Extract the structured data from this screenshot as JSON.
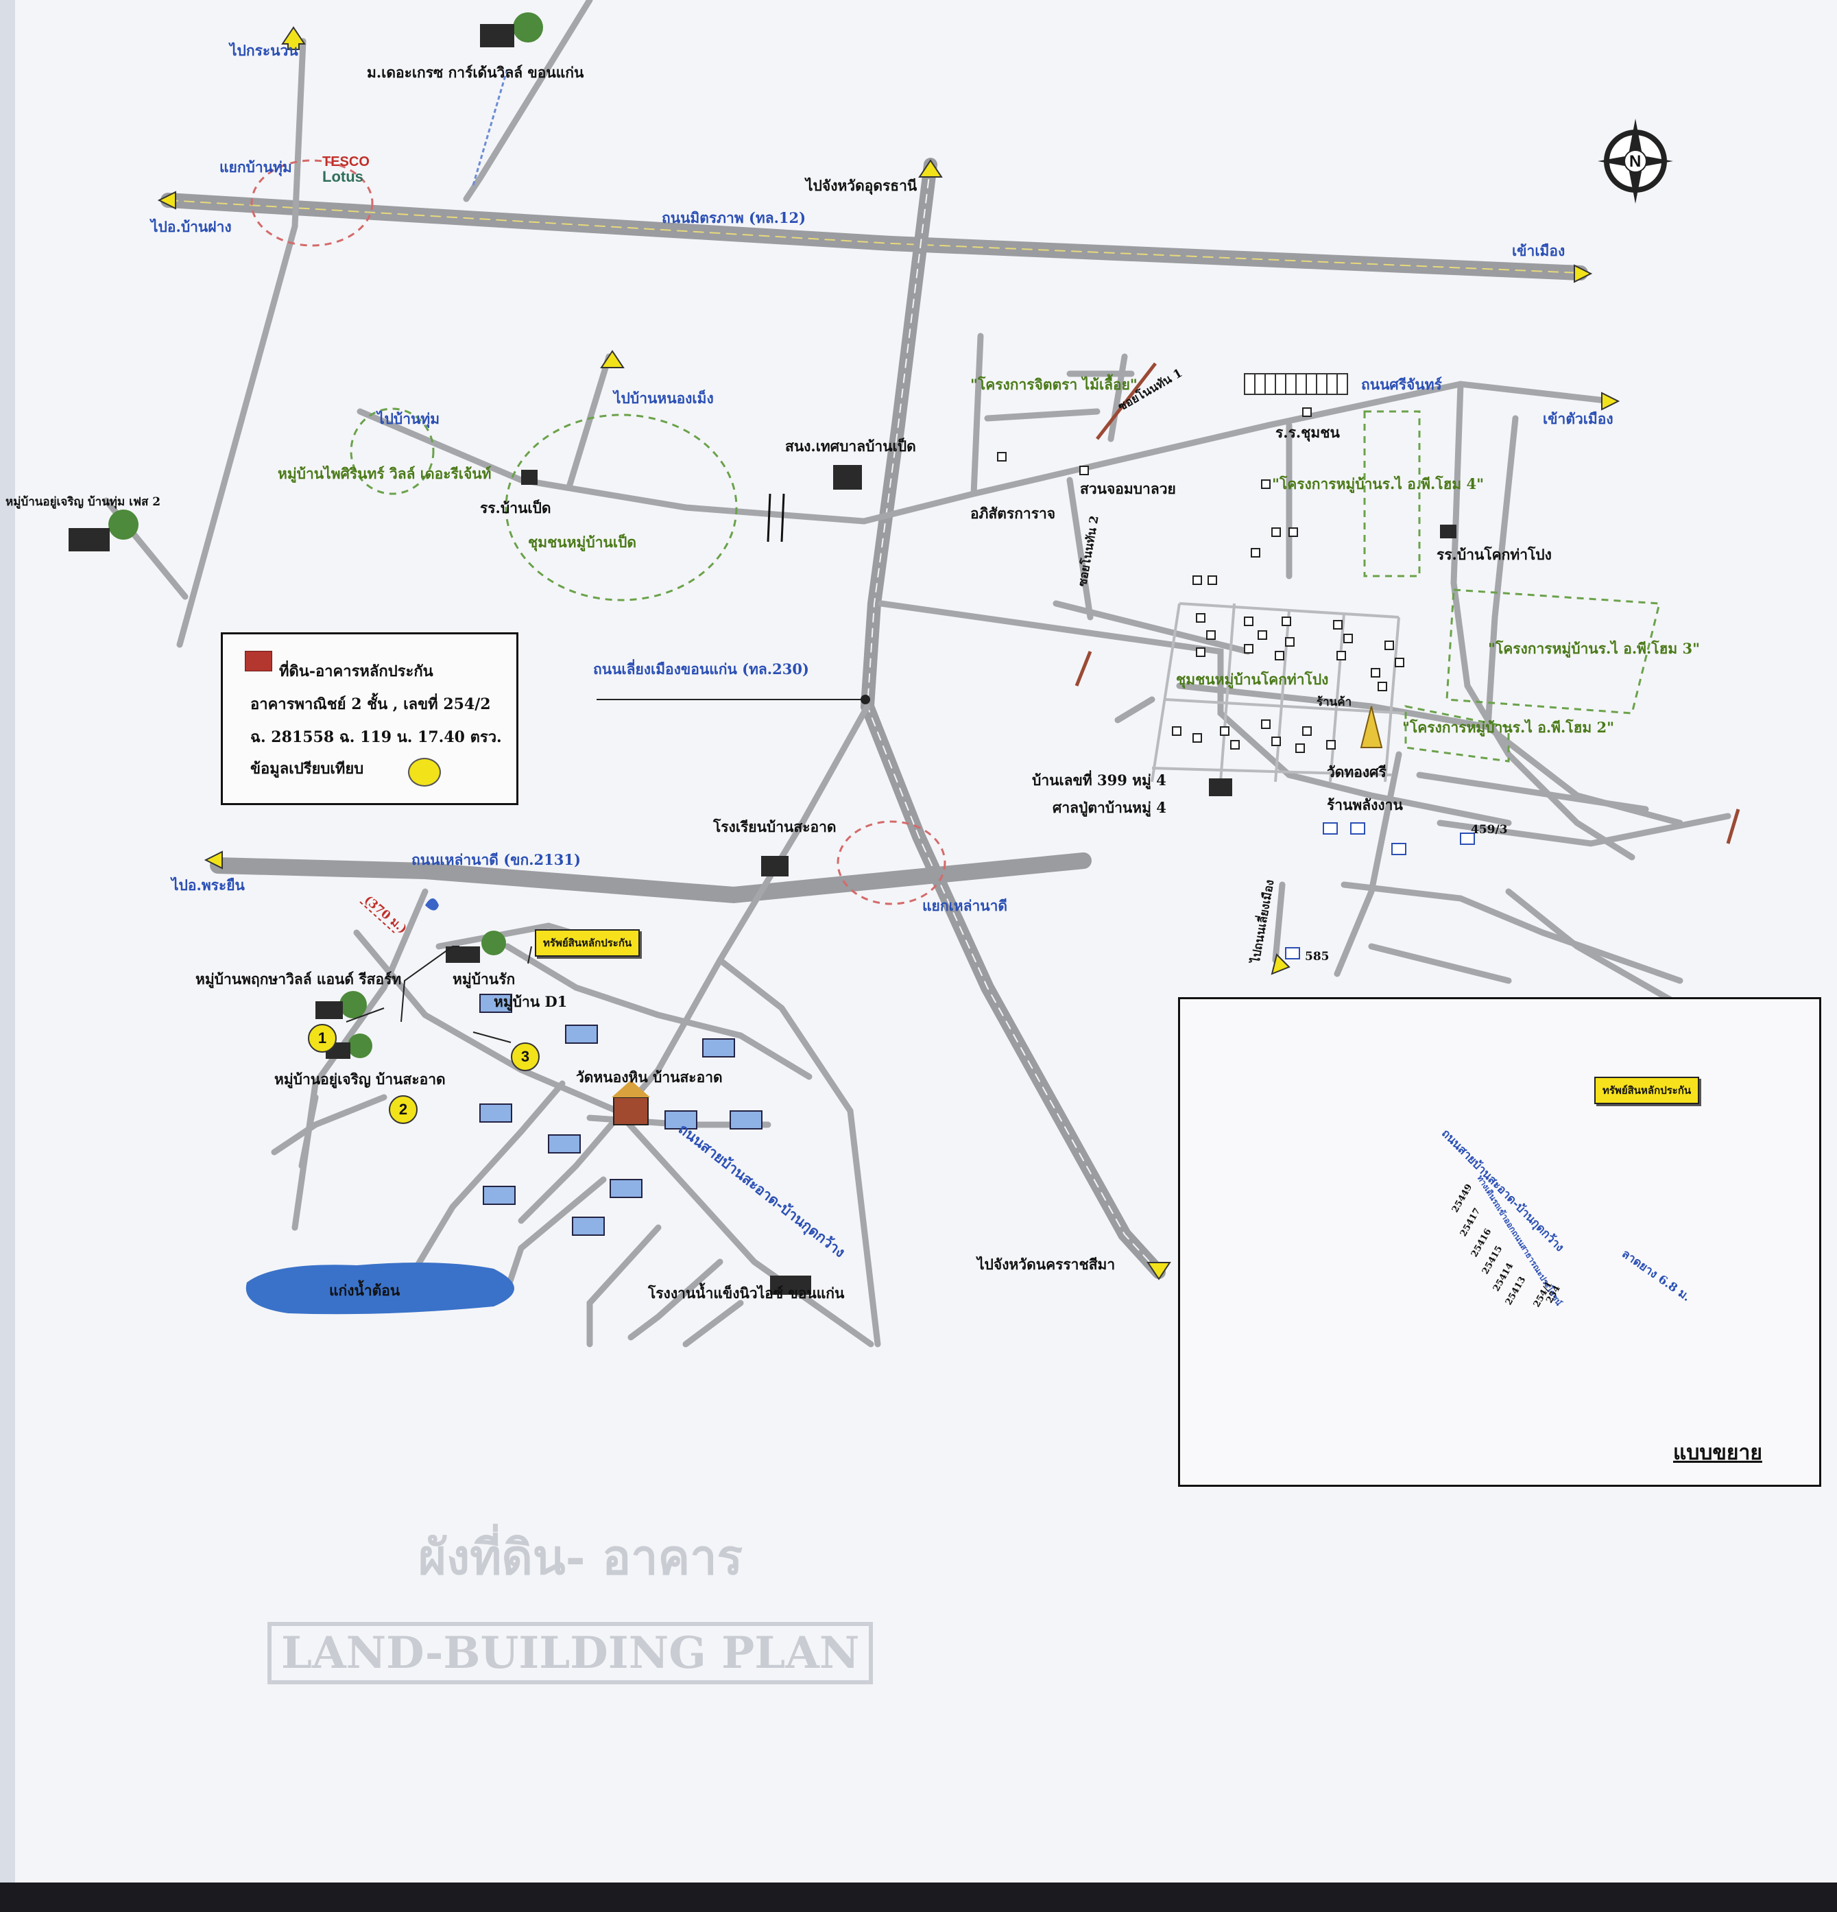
{
  "roads": {
    "mittraphap": "ถนนมิตรภาพ (ทล.12)",
    "lang_muang": "ถนนเลี่ยงเมืองขอนแก่น (ทล.230)",
    "lao_na_di": "ถนนเหล่านาดี (ขก.2131)",
    "si_chan": "ถนนศรีจันทร์",
    "sa_at_kut_kwang": "ถนนสายบ้านสะอาด-บ้านกุดกว้าง"
  },
  "directions": {
    "to_kranuan": "ไปกระนวน",
    "to_ban_phai": "ไปอ.บ้านฝาง",
    "to_udon": "ไปจังหวัดอุดรธานี",
    "to_city": "เข้าเมือง",
    "to_ban_thum": "ไปบ้านทุ่ม",
    "to_non_muang": "ไปบ้านหนองเม็ง",
    "to_city2": "เข้าตัวเมือง",
    "to_phra_yuen": "ไปอ.พระยืน",
    "to_korat": "ไปจังหวัดนครราชสีมา",
    "to_bypass": "ไปถนนเลี่ยงเมือง",
    "ban_thum_junction": "แยกบ้านทุ่ม",
    "lao_na_di_junction": "แยกเหล่านาดี"
  },
  "places": {
    "village_garden": "ม.เดอะเกรซ การ์เด้นวิลล์ ขอนแก่น",
    "tesco": "TESCO",
    "lotus": "Lotus",
    "village_ban_thum": "หมู่บ้านอยู่เจริญ บ้านทุ่ม เฟส 2",
    "village_green": "หมู่บ้านไพศิรินทร์ วิลล์ เดอะรีเจ้นท์",
    "school_ban_ped": "รร.บ้านเป็ด",
    "community_ban_ped": "ชุมชนหมู่บ้านเป็ด",
    "municipality": "สนง.เทศบาลบ้านเป็ด",
    "project_jittra": "\"โครงการจิตตรา ไม้เลื้อย\"",
    "soi_1": "ซอยโนนทัน 1",
    "soi_2": "ซอยโนนทัน 2",
    "sor_ror_dor": "ร.ร.ชุมชน",
    "suan_chom": "สวนจอมบาลวย",
    "akhi_satra": "อภิสัตรการาจ",
    "project_4": "\"โครงการหมู่บ้านร.ไ อ.พี.โฮม 4\"",
    "project_3": "\"โครงการหมู่บ้านร.ไ อ.พี.โฮม 3\"",
    "project_2": "\"โครงการหมู่บ้านร.ไ อ.พี.โฮม 2\"",
    "school_khok": "รร.บ้านโคกท่าโปง",
    "community_khok": "ชุมชนหมู่บ้านโคกท่าโปง",
    "wat_thong": "วัดทองศรี",
    "shop": "ร้านค้า",
    "house_399": "บ้านเลขที่ 399 หมู่ 4",
    "house_399_note": "ศาลปู่ตาบ้านหมู่ 4",
    "rice_shop": "ร้านพลังงาน",
    "no_459": "459/3",
    "no_585": "585",
    "school_sa_at": "โรงเรียนบ้านสะอาด",
    "village_pruksa": "หมู่บ้านพฤกษาวิลล์ แอนด์ รีสอร์ท",
    "village_rak": "หมู่บ้านรัก",
    "village_d1": "หมู่บ้าน D1",
    "village_yu_charoen": "หมู่บ้านอยู่เจริญ บ้านสะอาด",
    "wat_nong_hin": "วัดหนองหิน บ้านสะอาด",
    "lake": "แก่งน้ำต้อน",
    "ice_factory": "โรงงานน้ำแข็งนิวไอซ์ ขอนแก่น",
    "distance": "(370 ม.)",
    "collateral_tag": "ทรัพย์สินหลักประกัน"
  },
  "markers": [
    "1",
    "2",
    "3"
  ],
  "legend": {
    "line1": "ที่ดิน-อาคารหลักประกัน",
    "line2": "อาคารพาณิชย์ 2 ชั้น , เลขที่ 254/2",
    "line3": "ฉ. 281558 ฉ. 119 น. 17.40 ตรว.",
    "line4": "ข้อมูลเปรียบเทียบ"
  },
  "compass": "N",
  "inset": {
    "tag": "ทรัพย์สินหลักประกัน",
    "road": "ถนนสายบ้านสะอาด-บ้านกุดกว้าง",
    "width": "ลาดยาง 6.8 ม.",
    "road2": "ทางเดินรถเข้าออกถนนสาธารณะประโยชน์",
    "lots": [
      "25449",
      "25417",
      "25416",
      "25415",
      "25414",
      "25413",
      "254/1",
      "254"
    ],
    "title": "แบบขยาย"
  },
  "faded_text": {
    "title_th": "ผังที่ดิน- อาคาร",
    "title_en": "LAND-BUILDING PLAN"
  },
  "colors": {
    "road": "#9a9ca0",
    "collateral": "#b3362f",
    "marker": "#f2e21a",
    "label_blue": "#2a4fb5",
    "label_green": "#4a7a18"
  }
}
